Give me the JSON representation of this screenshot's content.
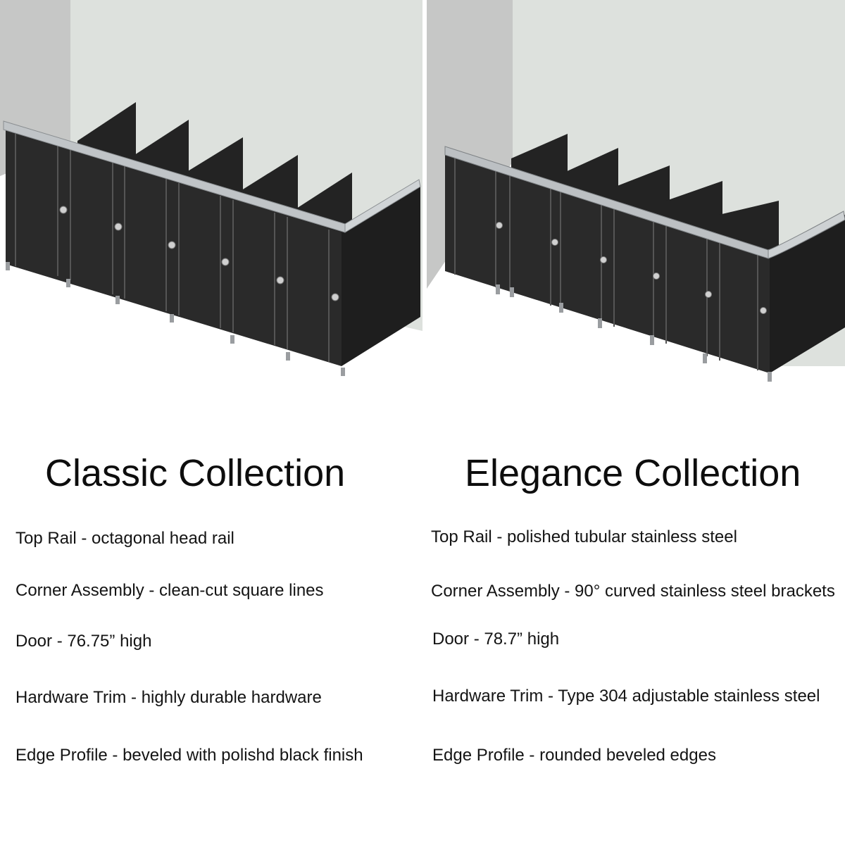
{
  "colors": {
    "wall": "#dde1dd",
    "side_wall": "#c6c7c6",
    "panel": "#2b2b2b",
    "panel_dark": "#1f1f1f",
    "rail": "#bfc3c6",
    "text": "#111111"
  },
  "classic": {
    "title": "Classic Collection",
    "specs": [
      "Top Rail - octagonal head rail",
      "Corner Assembly - clean-cut square lines",
      "Door - 76.75” high",
      "Hardware Trim - highly durable hardware",
      "Edge Profile - beveled with polishd black finish"
    ]
  },
  "elegance": {
    "title": "Elegance Collection",
    "specs": [
      "Top Rail - polished tubular stainless steel",
      "Corner Assembly - 90° curved stainless steel brackets",
      "Door - 78.7” high",
      "Hardware Trim - Type 304 adjustable stainless steel",
      "Edge Profile - rounded beveled edges"
    ]
  }
}
